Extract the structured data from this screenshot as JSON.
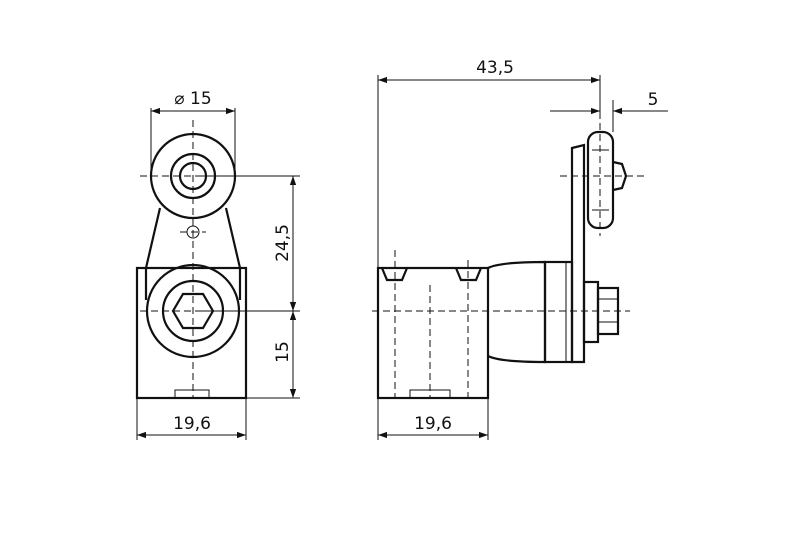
{
  "drawing": {
    "front_view": {
      "dim_roller_diameter": "⌀ 15",
      "dim_axis_distance": "24,5",
      "dim_lower_height": "15",
      "dim_width": "19,6"
    },
    "side_view": {
      "dim_total_length": "43,5",
      "dim_lever_offset": "5",
      "dim_body_width": "19,6"
    },
    "colors": {
      "line": "#111111",
      "background": "#ffffff"
    }
  }
}
